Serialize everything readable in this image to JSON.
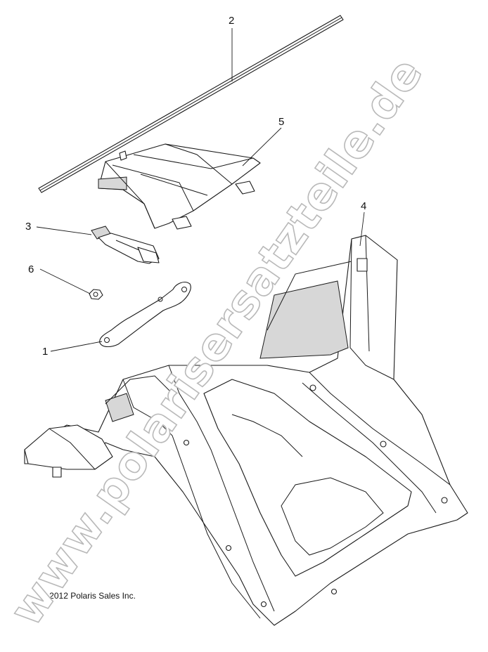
{
  "callouts": [
    {
      "id": "1",
      "label": "1"
    },
    {
      "id": "2",
      "label": "2"
    },
    {
      "id": "3",
      "label": "3"
    },
    {
      "id": "4",
      "label": "4"
    },
    {
      "id": "5",
      "label": "5"
    },
    {
      "id": "6",
      "label": "6"
    }
  ],
  "copyright": "© 2012 Polaris Sales Inc.",
  "watermark": "www.polarisersatzteile.de"
}
